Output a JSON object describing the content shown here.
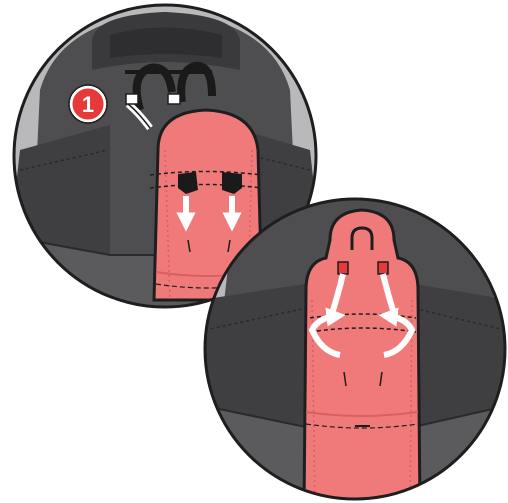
{
  "diagram": {
    "steps": [
      {
        "number": "1"
      }
    ],
    "panels": [
      {
        "role": "upper-left-detail",
        "arrow_direction": "down"
      },
      {
        "role": "lower-right-detail",
        "arrow_direction": "up-and-out"
      }
    ],
    "colors": {
      "outline": "#1e1e1e",
      "seat_fabric": "#4e4e50",
      "seat_shadow": "#3a3a3c",
      "seat_light": "#6b6b6d",
      "backdrop": "#b9b9bb",
      "strap_pink": "#f07a7a",
      "strap_pink_dark": "#d95f62",
      "badge_red": "#e5393a",
      "buckle_black": "#1a1a1a",
      "arrow_white": "#ffffff"
    }
  }
}
